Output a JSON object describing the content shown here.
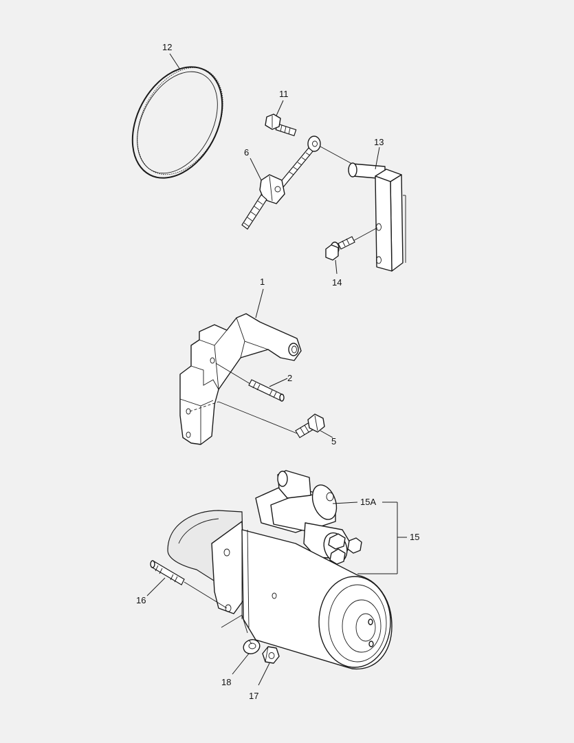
{
  "callouts": {
    "c12": "12",
    "c11": "11",
    "c6": "6",
    "c13": "13",
    "c14": "14",
    "c1": "1",
    "c2": "2",
    "c5": "5",
    "c15A": "15A",
    "c15": "15",
    "c16": "16",
    "c18": "18",
    "c17": "17"
  },
  "colors": {
    "background": "#f1f1f1",
    "line": "#1a1a1a",
    "part_fill": "#ffffff"
  }
}
